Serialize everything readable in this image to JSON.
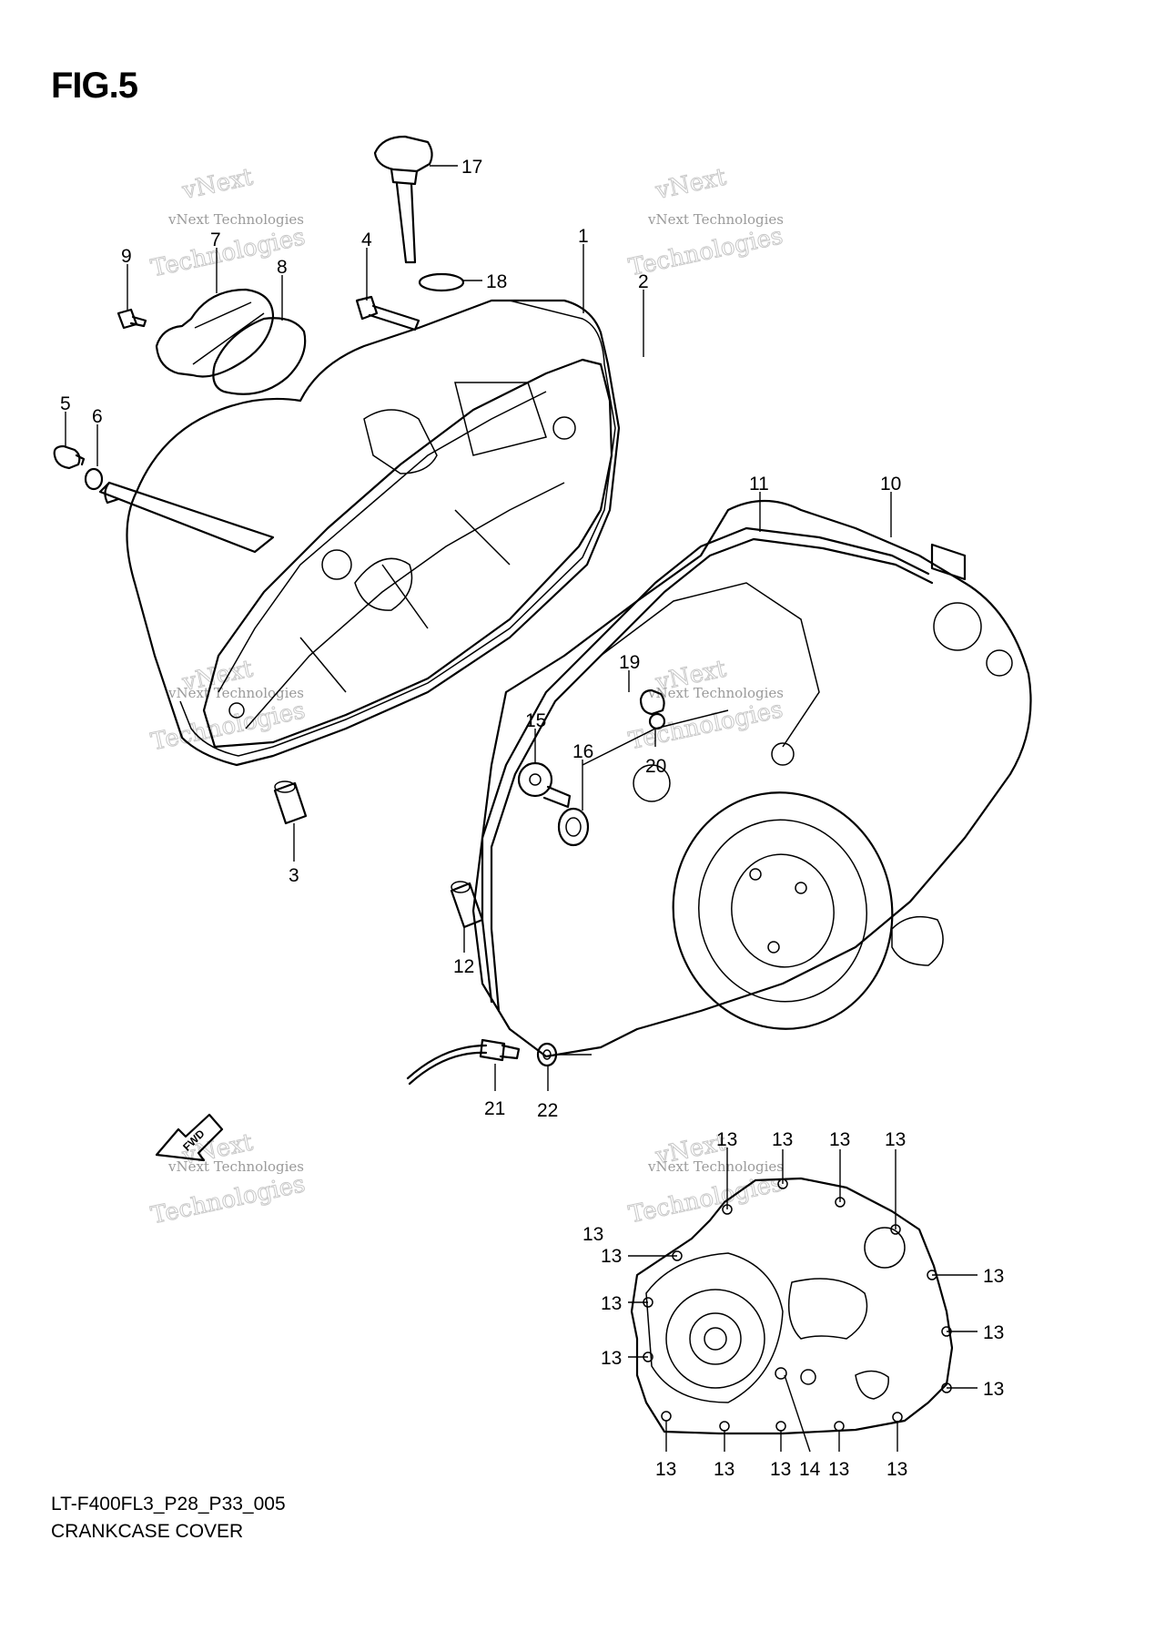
{
  "figure": {
    "title": "FIG.5",
    "code": "LT-F400FL3_P28_P33_005",
    "name": "CRANKCASE COVER"
  },
  "watermark": {
    "line1": "vNext Technologies",
    "line2": "vNext",
    "line3": "Technologies"
  },
  "fwd_arrow": {
    "label": "FWD"
  },
  "callouts": [
    {
      "id": "c17",
      "label": "17"
    },
    {
      "id": "c1",
      "label": "1"
    },
    {
      "id": "c2",
      "label": "2"
    },
    {
      "id": "c4",
      "label": "4"
    },
    {
      "id": "c18",
      "label": "18"
    },
    {
      "id": "c9",
      "label": "9"
    },
    {
      "id": "c7",
      "label": "7"
    },
    {
      "id": "c8",
      "label": "8"
    },
    {
      "id": "c5",
      "label": "5"
    },
    {
      "id": "c6",
      "label": "6"
    },
    {
      "id": "c3",
      "label": "3"
    },
    {
      "id": "c11",
      "label": "11"
    },
    {
      "id": "c10",
      "label": "10"
    },
    {
      "id": "c19",
      "label": "19"
    },
    {
      "id": "c15",
      "label": "15"
    },
    {
      "id": "c16",
      "label": "16"
    },
    {
      "id": "c20",
      "label": "20"
    },
    {
      "id": "c12",
      "label": "12"
    },
    {
      "id": "c21",
      "label": "21"
    },
    {
      "id": "c22",
      "label": "22"
    },
    {
      "id": "c13a",
      "label": "13"
    },
    {
      "id": "c13b",
      "label": "13"
    },
    {
      "id": "c13c",
      "label": "13"
    },
    {
      "id": "c13d",
      "label": "13"
    },
    {
      "id": "c13e",
      "label": "13"
    },
    {
      "id": "c13f",
      "label": "13"
    },
    {
      "id": "c13g",
      "label": "13"
    },
    {
      "id": "c13h",
      "label": "13"
    },
    {
      "id": "c13i",
      "label": "13"
    },
    {
      "id": "c13j",
      "label": "13"
    },
    {
      "id": "c13k",
      "label": "13"
    },
    {
      "id": "c13l",
      "label": "13"
    },
    {
      "id": "c13m",
      "label": "13"
    },
    {
      "id": "c13n",
      "label": "13"
    },
    {
      "id": "c13o",
      "label": "13"
    },
    {
      "id": "c13p",
      "label": "13"
    },
    {
      "id": "c14",
      "label": "14"
    }
  ]
}
